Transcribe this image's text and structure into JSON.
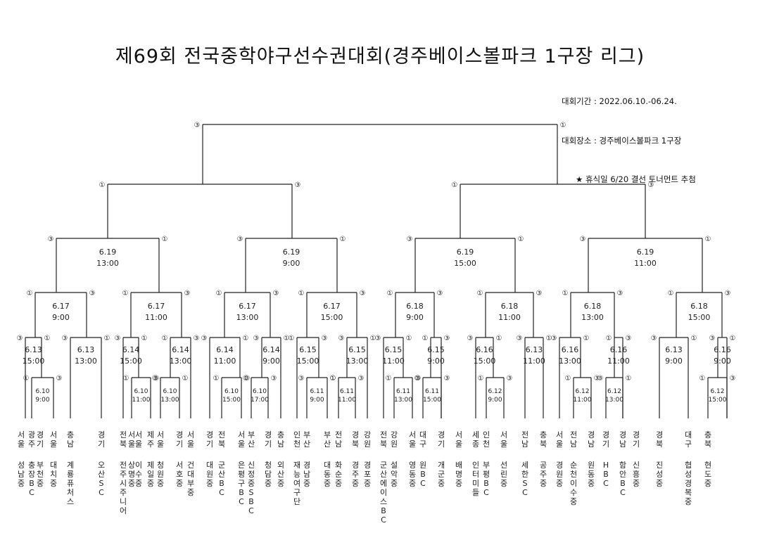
{
  "title": "제69회 전국중학야구선수권대회(경주베이스볼파크 1구장 리그)",
  "info": {
    "period": "대회기간 : 2022.06.10.-06.24.",
    "venue": "대회장소 : 경주베이스볼파크 1구장",
    "note": "★ 휴식일 6/20 결선 토너먼트 추첨"
  },
  "teams": [
    {
      "region": "서울",
      "name": "성남중"
    },
    {
      "region": "광주",
      "name": "충장BC"
    },
    {
      "region": "경기",
      "name": "부천중"
    },
    {
      "region": "서울",
      "name": "대치중"
    },
    {
      "region": "충남",
      "name": "계룡퓨처스"
    },
    {
      "region": "경기",
      "name": "오산SC"
    },
    {
      "region": "전북",
      "name": "전주시주니어"
    },
    {
      "region": "서울",
      "name": "상명중"
    },
    {
      "region": "서울",
      "name": "이수중"
    },
    {
      "region": "제주",
      "name": "제일중"
    },
    {
      "region": "서울",
      "name": "청원중"
    },
    {
      "region": "경기",
      "name": "서호중"
    },
    {
      "region": "서울",
      "name": "건대부중"
    },
    {
      "region": "경기",
      "name": "대원중"
    },
    {
      "region": "전북",
      "name": "군산BC"
    },
    {
      "region": "서울",
      "name": "은평구BC"
    },
    {
      "region": "부산",
      "name": "신정중SBC"
    },
    {
      "region": "경기",
      "name": "청담중"
    },
    {
      "region": "충남",
      "name": "외산중"
    },
    {
      "region": "인천",
      "name": "재능여구단"
    },
    {
      "region": "부산",
      "name": "경남중"
    },
    {
      "region": "부산",
      "name": "대동중"
    },
    {
      "region": "전남",
      "name": "화순중"
    },
    {
      "region": "경북",
      "name": "경주중"
    },
    {
      "region": "강원",
      "name": "경포중"
    },
    {
      "region": "전북",
      "name": "군산에이스BC"
    },
    {
      "region": "강원",
      "name": "설악중"
    },
    {
      "region": "서울",
      "name": "영동중"
    },
    {
      "region": "대구",
      "name": "원BC"
    },
    {
      "region": "경기",
      "name": "개군중"
    },
    {
      "region": "서울",
      "name": "배명중"
    },
    {
      "region": "세종",
      "name": "인터미들"
    },
    {
      "region": "인천",
      "name": "부평BC"
    },
    {
      "region": "서울",
      "name": "선린중"
    },
    {
      "region": "전남",
      "name": "세한SC"
    },
    {
      "region": "충북",
      "name": "공주중"
    },
    {
      "region": "서울",
      "name": "경원중"
    },
    {
      "region": "전남",
      "name": "순천이수중"
    },
    {
      "region": "경남",
      "name": "원동중"
    },
    {
      "region": "경기",
      "name": "HBC"
    },
    {
      "region": "경남",
      "name": "함안BC"
    },
    {
      "region": "경기",
      "name": "신흥중"
    },
    {
      "region": "경북",
      "name": "진성중"
    },
    {
      "region": "대구",
      "name": "협성경복중"
    },
    {
      "region": "충북",
      "name": "현도중"
    }
  ],
  "matches": [
    {
      "id": "f",
      "date": "",
      "time": "",
      "left_score": "③",
      "right_score": "①"
    },
    {
      "id": "sL",
      "date": "",
      "time": "",
      "left_score": "①",
      "right_score": "③"
    },
    {
      "id": "sR",
      "date": "",
      "time": "",
      "left_score": "①",
      "right_score": "③"
    },
    {
      "id": "q1",
      "date": "6.19",
      "time": "13:00",
      "left_score": "③",
      "right_score": "①"
    },
    {
      "id": "q2",
      "date": "6.19",
      "time": "9:00",
      "left_score": "③",
      "right_score": "①"
    },
    {
      "id": "q3",
      "date": "6.19",
      "time": "15:00",
      "left_score": "③",
      "right_score": "①"
    },
    {
      "id": "q4",
      "date": "6.19",
      "time": "11:00",
      "left_score": "③",
      "right_score": "①"
    },
    {
      "id": "r1",
      "date": "6.17",
      "time": "9:00",
      "left_score": "①",
      "right_score": "③"
    },
    {
      "id": "r2",
      "date": "6.17",
      "time": "11:00",
      "left_score": "①",
      "right_score": "③"
    },
    {
      "id": "r3",
      "date": "6.17",
      "time": "13:00",
      "left_score": "①",
      "right_score": "③"
    },
    {
      "id": "r4",
      "date": "6.17",
      "time": "15:00",
      "left_score": "①",
      "right_score": "③"
    },
    {
      "id": "r5",
      "date": "6.18",
      "time": "9:00",
      "left_score": "①",
      "right_score": "③"
    },
    {
      "id": "r6",
      "date": "6.18",
      "time": "11:00",
      "left_score": "①",
      "right_score": "③"
    },
    {
      "id": "r7",
      "date": "6.18",
      "time": "13:00",
      "left_score": "①",
      "right_score": "③"
    },
    {
      "id": "r8",
      "date": "6.18",
      "time": "15:00",
      "left_score": "①",
      "right_score": "③"
    },
    {
      "id": "a1",
      "date": "6.13",
      "time": "15:00",
      "left_score": "③",
      "right_score": "①"
    },
    {
      "id": "a2",
      "date": "6.13",
      "time": "13:00",
      "left_score": "③",
      "right_score": "①"
    },
    {
      "id": "a3",
      "date": "6.14",
      "time": "15:00",
      "left_score": "③",
      "right_score": "①"
    },
    {
      "id": "a4",
      "date": "6.14",
      "time": "13:00",
      "left_score": "①",
      "right_score": "③"
    },
    {
      "id": "a5",
      "date": "6.14",
      "time": "11:00",
      "left_score": "③",
      "right_score": "①"
    },
    {
      "id": "a6",
      "date": "6.14",
      "time": "9:00",
      "left_score": "③",
      "right_score": "①"
    },
    {
      "id": "a7",
      "date": "6.15",
      "time": "15:00",
      "left_score": "①",
      "right_score": "③"
    },
    {
      "id": "a8",
      "date": "6.15",
      "time": "13:00",
      "left_score": "③",
      "right_score": "①"
    },
    {
      "id": "a9",
      "date": "6.15",
      "time": "11:00",
      "left_score": "③",
      "right_score": "①"
    },
    {
      "id": "a10",
      "date": "6.15",
      "time": "9:00",
      "left_score": "①",
      "right_score": "③"
    },
    {
      "id": "a11",
      "date": "6.16",
      "time": "15:00",
      "left_score": "③",
      "right_score": "①"
    },
    {
      "id": "a12",
      "date": "6.13",
      "time": "11:00",
      "left_score": "③",
      "right_score": "①"
    },
    {
      "id": "a13",
      "date": "6.16",
      "time": "13:00",
      "left_score": "③",
      "right_score": "①"
    },
    {
      "id": "a14",
      "date": "6.16",
      "time": "11:00",
      "left_score": "①",
      "right_score": "③"
    },
    {
      "id": "a15",
      "date": "6.13",
      "time": "9:00",
      "left_score": "③",
      "right_score": "①"
    },
    {
      "id": "a16",
      "date": "6.16",
      "time": "9:00",
      "left_score": "③",
      "right_score": "①"
    },
    {
      "id": "b1",
      "date": "6.10",
      "time": "9:00",
      "left_score": "①",
      "right_score": "③"
    },
    {
      "id": "b2",
      "date": "6.10",
      "time": "11:00",
      "left_score": "①",
      "right_score": "③"
    },
    {
      "id": "b3",
      "date": "6.10",
      "time": "13:00",
      "left_score": "③",
      "right_score": "①"
    },
    {
      "id": "b4",
      "date": "6.10",
      "time": "15:00",
      "left_score": "①",
      "right_score": "③"
    },
    {
      "id": "b5",
      "date": "6.10",
      "time": "17:00",
      "left_score": "①",
      "right_score": "③"
    },
    {
      "id": "b6",
      "date": "6.11",
      "time": "9:00",
      "left_score": "③",
      "right_score": "①"
    },
    {
      "id": "b7",
      "date": "6.11",
      "time": "11:00",
      "left_score": "①",
      "right_score": "③"
    },
    {
      "id": "b8",
      "date": "6.11",
      "time": "13:00",
      "left_score": "①",
      "right_score": "③"
    },
    {
      "id": "b9",
      "date": "6.11",
      "time": "15:00",
      "left_score": "①",
      "right_score": "③"
    },
    {
      "id": "b10",
      "date": "6.12",
      "time": "9:00",
      "left_score": "①",
      "right_score": "③"
    },
    {
      "id": "b11",
      "date": "6.12",
      "time": "11:00",
      "left_score": "①",
      "right_score": "③"
    },
    {
      "id": "b12",
      "date": "6.12",
      "time": "13:00",
      "left_score": "③",
      "right_score": "①"
    },
    {
      "id": "b13",
      "date": "6.12",
      "time": "15:00",
      "left_score": "①",
      "right_score": "③"
    }
  ]
}
